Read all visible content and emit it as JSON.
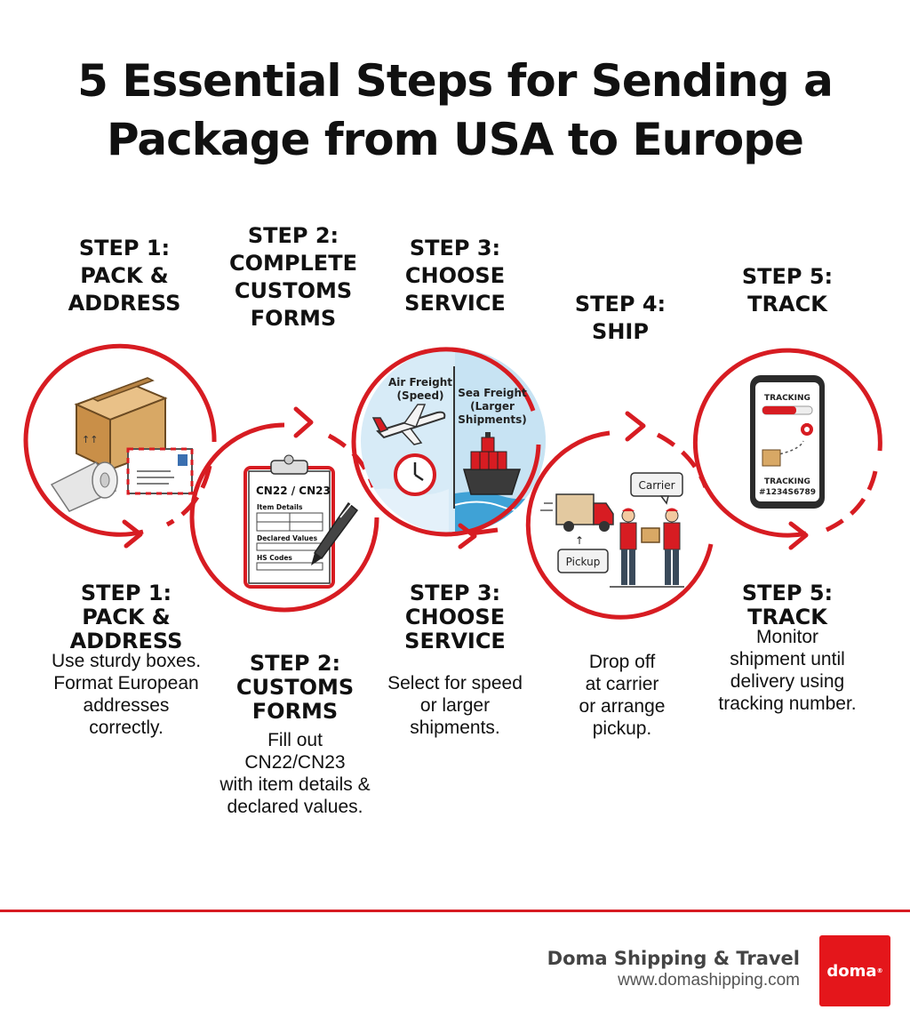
{
  "title": {
    "line1": "5 Essential Steps for Sending a",
    "line2": "Package from USA to Europe"
  },
  "steps": [
    {
      "top_heading": [
        "STEP 1:",
        "PACK &",
        "ADDRESS"
      ],
      "bottom_heading": [
        "STEP 1:",
        "PACK &",
        "ADDRESS"
      ],
      "description": [
        "Use sturdy boxes.",
        "Format European",
        "addresses",
        "correctly."
      ],
      "illustration": "box-envelope-bubble-wrap"
    },
    {
      "top_heading": [
        "STEP 2:",
        "COMPLETE",
        "CUSTOMS",
        "FORMS"
      ],
      "bottom_heading": [
        "STEP 2:",
        "CUSTOMS",
        "FORMS"
      ],
      "description": [
        "Fill out",
        "CN22/CN23",
        "with item details &",
        "declared values."
      ],
      "illustration": "clipboard-form-pen",
      "form": {
        "title": "CN22 / CN23",
        "fields": [
          "Item Details",
          "Declared Values",
          "HS Codes"
        ]
      }
    },
    {
      "top_heading": [
        "STEP 3:",
        "CHOOSE",
        "SERVICE"
      ],
      "bottom_heading": [
        "STEP 3:",
        "CHOOSE",
        "SERVICE"
      ],
      "description": [
        "Select for speed",
        "or larger",
        "shipments."
      ],
      "illustration": "airplane-clock-ship",
      "options": {
        "air": [
          "Air Freight",
          "(Speed)"
        ],
        "sea": [
          "Sea Freight",
          "(Larger",
          "Shipments)"
        ]
      }
    },
    {
      "top_heading": [
        "STEP 4:",
        "SHIP"
      ],
      "bottom_heading": [],
      "description": [
        "Drop off",
        "at carrier",
        "or arrange",
        "pickup."
      ],
      "illustration": "truck-handoff",
      "bubbles": {
        "carrier": "Carrier",
        "pickup": "Pickup"
      }
    },
    {
      "top_heading": [
        "STEP 5:",
        "TRACK"
      ],
      "bottom_heading": [
        "STEP 5:",
        "TRACK"
      ],
      "description": [
        "Monitor",
        "shipment until",
        "delivery using",
        "tracking number."
      ],
      "illustration": "phone-tracking",
      "phone": {
        "label1": "TRACKING",
        "label2": "TRACKING",
        "number": "#1234S6789"
      }
    }
  ],
  "colors": {
    "accent": "#d71c22",
    "text": "#111111",
    "box": "#d8a865",
    "sky": "#cfe6f5"
  },
  "footer": {
    "brand": "Doma Shipping & Travel",
    "url": "www.domashipping.com",
    "logo_text": "doma",
    "logo_mark": "®"
  }
}
